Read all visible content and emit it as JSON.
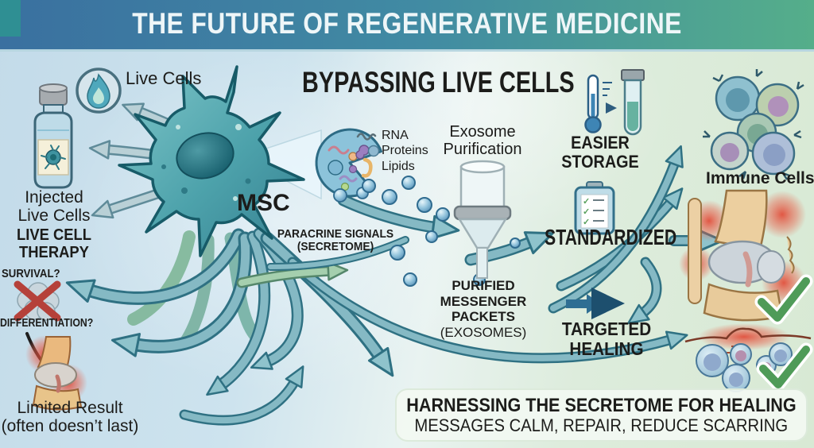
{
  "banner": {
    "title": "THE FUTURE OF REGENERATIVE MEDICINE"
  },
  "left": {
    "live_cells": "Live Cells",
    "injected_l1": "Injected",
    "injected_l2": "Live Cells",
    "therapy_l1": "LIVE CELL",
    "therapy_l2": "THERAPY",
    "survival": "SURVIVAL?",
    "differentiation": "DIFFERENTIATION?",
    "limited_l1": "Limited Result",
    "limited_l2": "(often doesn’t last)"
  },
  "center": {
    "heading": "BYPASSING LIVE CELLS",
    "msc": "MSC",
    "rna": "RNA",
    "proteins": "Proteins",
    "lipids": "Lipids",
    "purification_l1": "Exosome",
    "purification_l2": "Purification",
    "paracrine_l1": "PARACRINE SIGNALS",
    "paracrine_l2": "(SECRETOME)",
    "purified_l1": "PURIFIED",
    "purified_l2": "MESSENGER",
    "purified_l3": "PACKETS",
    "purified_l4": "(EXOSOMES)"
  },
  "right": {
    "storage_l1": "EASIER",
    "storage_l2": "STORAGE",
    "immune": "Immune Cells",
    "standardized": "STANDARDIZED",
    "targeted_l1": "TARGETED",
    "targeted_l2": "HEALING"
  },
  "footer": {
    "l1": "HARNESSING THE SECRETOME FOR HEALING",
    "l2": "MESSAGES CALM, REPAIR, REDUCE SCARRING"
  },
  "icons": {
    "check": "✓"
  },
  "colors": {
    "banner_left": "#3a70a0",
    "banner_right": "#55ae8a",
    "bg_left": "#c3dbe9",
    "bg_right": "#d8e9d4",
    "arrow_teal": "#85b9c4",
    "arrow_outline": "#2f7183",
    "check_green": "#4f9b58",
    "alert_red": "#b5413a",
    "navy_arrow": "#1d4f6e",
    "text": "#1c1c1a"
  }
}
